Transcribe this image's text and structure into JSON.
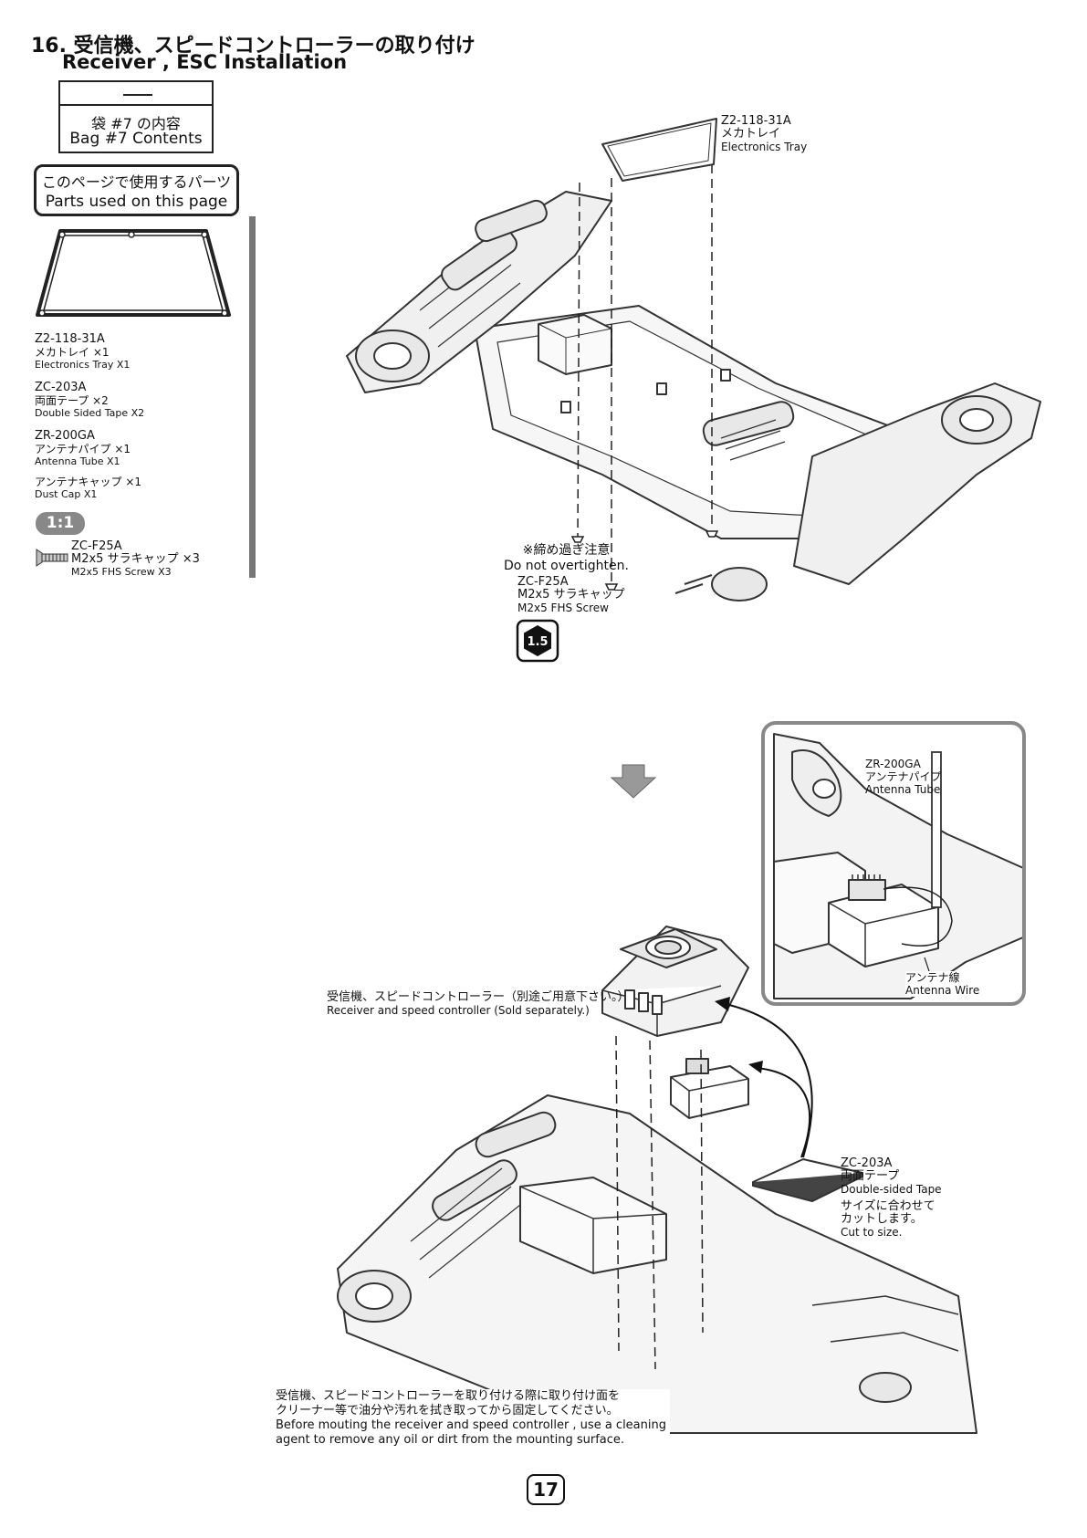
{
  "step": {
    "title": "16. 受信機、スピードコントローラーの取り付け",
    "subtitle": "Receiver , ESC  Installation"
  },
  "bag": {
    "dash": "—",
    "label_jp": "袋 #7 の内容",
    "label_en": "Bag #7 Contents"
  },
  "parts_header": {
    "jp": "このページで使用するパーツ",
    "en": "Parts used on this page"
  },
  "parts": [
    {
      "code": "Z2-118-31A",
      "jp": "メカトレイ ×1",
      "en": "Electronics Tray X1"
    },
    {
      "code": "ZC-203A",
      "jp": "両面テープ ×2",
      "en": "Double Sided Tape X2"
    },
    {
      "code": "ZR-200GA",
      "jp": "アンテナパイプ ×1",
      "en": "Antenna Tube X1"
    },
    {
      "code": "",
      "jp": "アンテナキャップ ×1",
      "en": "Dust Cap X1"
    }
  ],
  "scale_badge": "1:1",
  "screw_part": {
    "code": "ZC-F25A",
    "jp": "M2x5 サラキャップ ×3",
    "en": "M2x5 FHS Screw X3"
  },
  "top_diagram": {
    "tray_callout": {
      "code": "Z2-118-31A",
      "jp": "メカトレイ",
      "en": "Electronics Tray"
    },
    "warning": {
      "jp": "※締め過ぎ注意",
      "en": "Do not overtighten."
    },
    "screw_callout": {
      "code": "ZC-F25A",
      "jp": "M2x5 サラキャップ",
      "en": "M2x5 FHS Screw"
    },
    "hex_size": "1.5"
  },
  "detail_box": {
    "tube_callout": {
      "code": "ZR-200GA",
      "jp": "アンテナパイプ",
      "en": "Antenna Tube"
    },
    "wire_callout": {
      "jp": "アンテナ線",
      "en": "Antenna Wire"
    }
  },
  "bottom_diagram": {
    "esc_callout": {
      "jp": "受信機、スピードコントローラー（別途ご用意下さい。）",
      "en": "Receiver and speed controller (Sold separately.)"
    },
    "tape_callout": {
      "code": "ZC-203A",
      "jp": "両面テープ",
      "en": "Double-sided Tape",
      "note_jp_1": "サイズに合わせて",
      "note_jp_2": "カットします。",
      "note_en": "Cut to size."
    },
    "cleaning_note": {
      "jp_1": "受信機、スピードコントローラーを取り付ける際に取り付け面を",
      "jp_2": "クリーナー等で油分や汚れを拭き取ってから固定してください。",
      "en_1": "Before mouting the receiver and speed controller , use a cleaning",
      "en_2": "agent to remove any oil or dirt from the mounting surface."
    }
  },
  "page_number": "17"
}
